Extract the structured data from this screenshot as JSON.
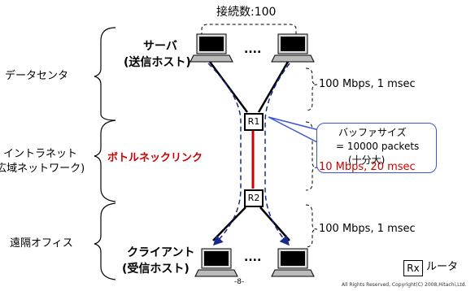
{
  "connections_label": "接続数:100",
  "zones": {
    "datacenter": "データセンタ",
    "intranet_line1": "イントラネット",
    "intranet_line2": "(広域ネットワーク)",
    "remote_office": "遠隔オフィス"
  },
  "hosts": {
    "server_line1": "サーバ",
    "server_line2": "(送信ホスト)",
    "client_line1": "クライアント",
    "client_line2": "(受信ホスト)",
    "ellipsis": "...."
  },
  "routers": {
    "r1": "R1",
    "r2": "R2"
  },
  "links": {
    "top": "100 Mbps, 1 msec",
    "bottleneck": "10 Mbps, 20 msec",
    "bottom": "100 Mbps, 1 msec"
  },
  "bottleneck_label": "ボトルネックリンク",
  "callout": {
    "line1": "バッファサイズ",
    "line2": "= 10000 packets",
    "line3": "(十分大)"
  },
  "legend": {
    "box": "Rx",
    "label": "ルータ"
  },
  "page_number": "-8-",
  "copyright": "All Rights Reserved, Copyright(C) 2008,Hitachi,Ltd.",
  "colors": {
    "bottleneck": "#cc0000",
    "dashed_path": "#1a2a8c",
    "callout_border": "#3a55d8"
  }
}
